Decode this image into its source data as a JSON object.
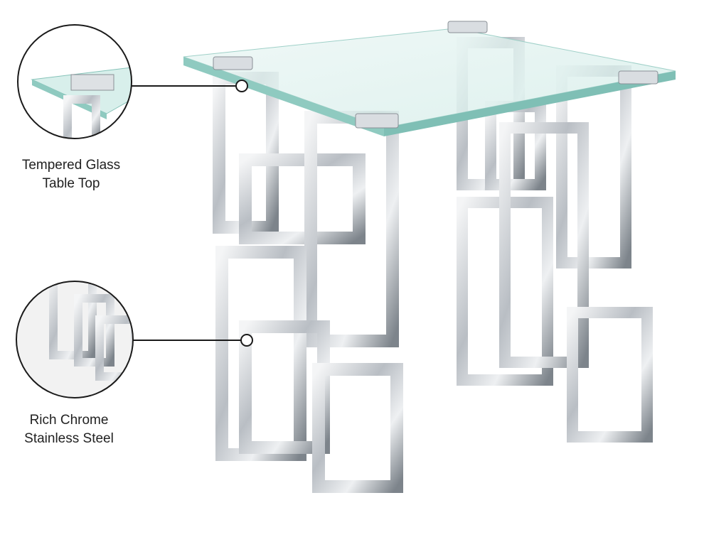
{
  "callouts": [
    {
      "line1": "Tempered Glass",
      "line2": "Table Top"
    },
    {
      "line1": "Rich Chrome",
      "line2": "Stainless Steel"
    }
  ],
  "colors": {
    "glass": "#bfe3df",
    "glass_edge": "#7fbfb5",
    "chrome": "#c9cdd2",
    "chrome_dark": "#6d7379",
    "line": "#1a1a1a"
  }
}
